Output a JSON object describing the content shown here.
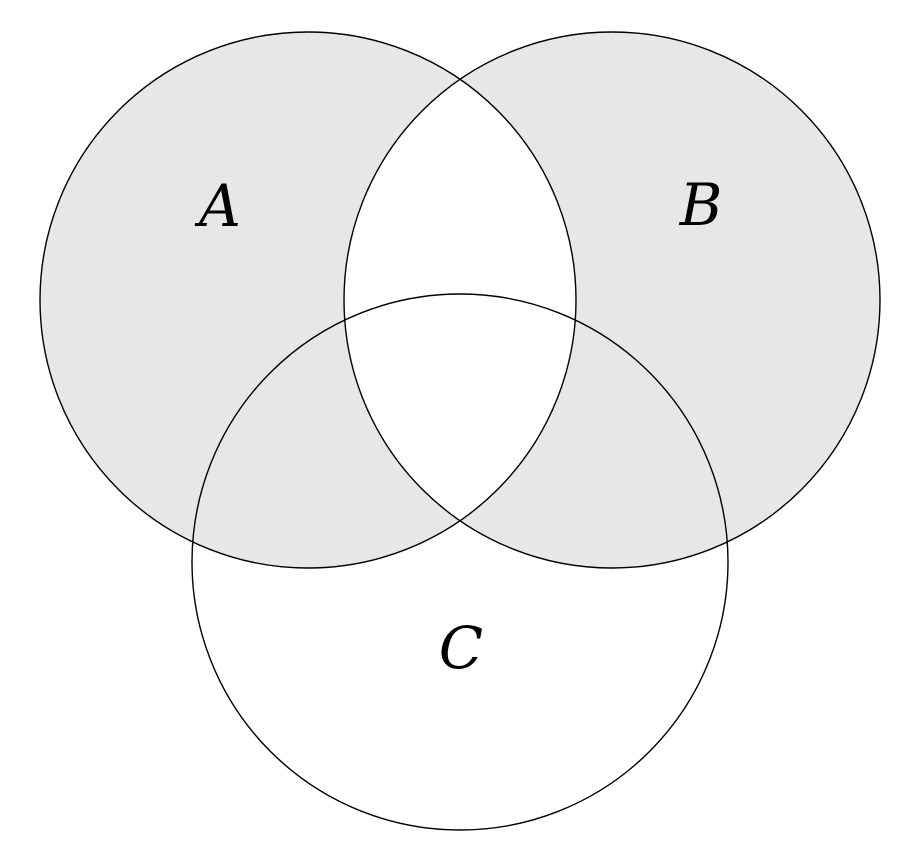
{
  "venn": {
    "set_labels": {
      "a": "A",
      "b": "B",
      "c": "C"
    },
    "shaded_region": "A △ B (parts of A and B outside their intersection; circle C unshaded)",
    "colors": {
      "shade": "#e7e7e7",
      "stroke": "#000000",
      "background": "#ffffff"
    }
  }
}
